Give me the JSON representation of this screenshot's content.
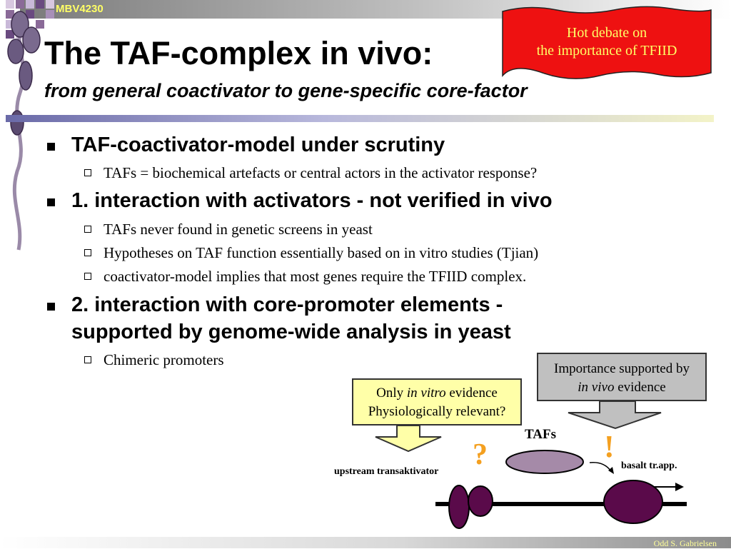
{
  "header": {
    "course_code": "MBV4230"
  },
  "title": {
    "main": "The TAF-complex in vivo:",
    "subtitle": "from general coactivator to gene-specific core-factor"
  },
  "debate_banner": {
    "line1": "Hot debate on",
    "line2": "the importance of TFIID",
    "color": "#ee1111"
  },
  "bullets": [
    {
      "text": "TAF-coactivator-model under scrutiny",
      "sub": [
        "TAFs = biochemical artefacts or central actors in the activator response?"
      ]
    },
    {
      "text": "1. interaction with activators - not verified in vivo",
      "sub": [
        "TAFs never found in genetic screens in yeast",
        "Hypotheses on TAF function essentially based on in vitro studies (Tjian)",
        "coactivator-model implies that most genes require the TFIID complex."
      ]
    },
    {
      "text_line1": "2. interaction with core-promoter elements -",
      "text_line2": "supported by genome-wide analysis in yeast",
      "sub": [
        "Chimeric promoters"
      ]
    }
  ],
  "callouts": {
    "in_vitro": {
      "line1_pre": "Only ",
      "line1_em": "in vitro",
      "line1_post": " evidence",
      "line2": "Physiologically relevant?"
    },
    "in_vivo": {
      "line1": "Importance supported by",
      "line2_em": "in vivo",
      "line2_post": " evidence"
    }
  },
  "diagram": {
    "tafs_label": "TAFs",
    "question_mark": "?",
    "exclamation": "!",
    "upstream_label": "upstream transaktivator",
    "basal_label": "basalt tr.app.",
    "colors": {
      "dark_protein": "#5a0a4a",
      "taf": "#a58aa8",
      "symbol": "#f4a020"
    }
  },
  "footer": {
    "author": "Odd S. Gabrielsen"
  }
}
